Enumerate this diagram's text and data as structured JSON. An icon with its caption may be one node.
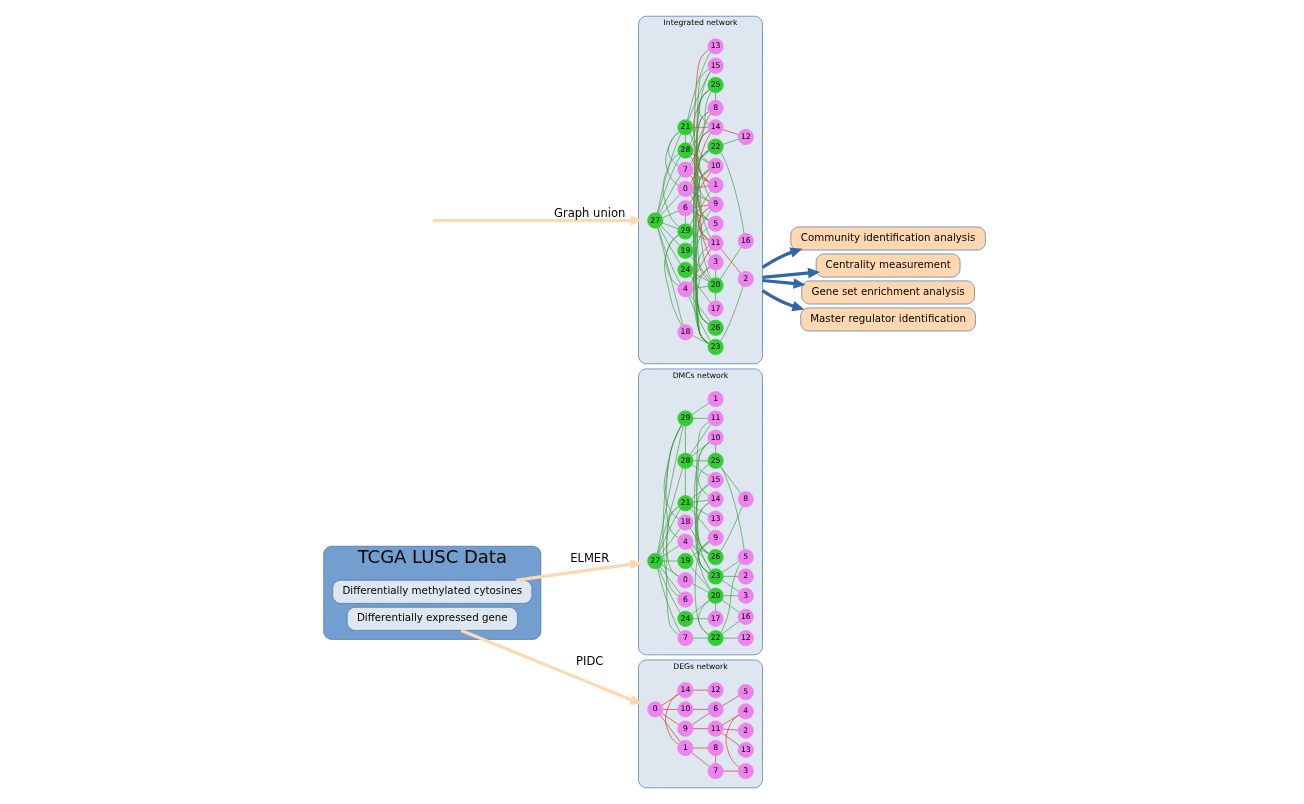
{
  "diagram": {
    "nodes": [
      {
        "text": [
          "TCGA LUSC Data"
        ]
      },
      {
        "text": [
          "Differentially methylated cytosines"
        ],
        "in": 0
      },
      {
        "text": [
          "Differentially expressed gene"
        ],
        "in": 0
      },
      {
        "text": [
          "DMCs network"
        ]
      },
      {
        "text": [
          "0"
        ],
        "in": 3
      },
      {
        "text": [
          "1"
        ],
        "in": 3
      },
      {
        "text": [
          "2"
        ],
        "in": 3
      },
      {
        "text": [
          "3"
        ],
        "in": 3
      },
      {
        "text": [
          "4"
        ],
        "in": 3
      },
      {
        "text": [
          "5"
        ],
        "in": 3
      },
      {
        "text": [
          "6"
        ],
        "in": 3
      },
      {
        "text": [
          "7"
        ],
        "in": 3
      },
      {
        "text": [
          "8"
        ],
        "in": 3
      },
      {
        "text": [
          "9"
        ],
        "in": 3
      },
      {
        "text": [
          "10"
        ],
        "in": 3
      },
      {
        "text": [
          "11"
        ],
        "in": 3
      },
      {
        "text": [
          "12"
        ],
        "in": 3
      },
      {
        "text": [
          "13"
        ],
        "in": 3
      },
      {
        "text": [
          "14"
        ],
        "in": 3
      },
      {
        "text": [
          "15"
        ],
        "in": 3
      },
      {
        "text": [
          "16"
        ],
        "in": 3
      },
      {
        "text": [
          "17"
        ],
        "in": 3
      },
      {
        "text": [
          "18"
        ],
        "in": 3
      },
      {
        "text": [
          "19"
        ],
        "in": 3
      },
      {
        "text": [
          "20"
        ],
        "in": 3
      },
      {
        "text": [
          "21"
        ],
        "in": 3
      },
      {
        "text": [
          "22"
        ],
        "in": 3
      },
      {
        "text": [
          "23"
        ],
        "in": 3
      },
      {
        "text": [
          "24"
        ],
        "in": 3
      },
      {
        "text": [
          "25"
        ],
        "in": 3
      },
      {
        "text": [
          "26"
        ],
        "in": 3
      },
      {
        "text": [
          "27"
        ],
        "in": 3
      },
      {
        "text": [
          "28"
        ],
        "in": 3
      },
      {
        "text": [
          "29"
        ],
        "in": 3
      },
      {
        "text": [
          "DEGs network"
        ]
      },
      {
        "text": [
          "0"
        ],
        "in": 34
      },
      {
        "text": [
          "1"
        ],
        "in": 34
      },
      {
        "text": [
          "2"
        ],
        "in": 34
      },
      {
        "text": [
          "3"
        ],
        "in": 34
      },
      {
        "text": [
          "4"
        ],
        "in": 34
      },
      {
        "text": [
          "5"
        ],
        "in": 34
      },
      {
        "text": [
          "6"
        ],
        "in": 34
      },
      {
        "text": [
          "7"
        ],
        "in": 34
      },
      {
        "text": [
          "8"
        ],
        "in": 34
      },
      {
        "text": [
          "9"
        ],
        "in": 34
      },
      {
        "text": [
          "10"
        ],
        "in": 34
      },
      {
        "text": [
          "11"
        ],
        "in": 34
      },
      {
        "text": [
          "12"
        ],
        "in": 34
      },
      {
        "text": [
          "13"
        ],
        "in": 34
      },
      {
        "text": [
          "14"
        ],
        "in": 34
      },
      {
        "text": [
          "Integrated network"
        ]
      },
      {
        "text": [
          "0"
        ],
        "in": 50
      },
      {
        "text": [
          "1"
        ],
        "in": 50
      },
      {
        "text": [
          "2"
        ],
        "in": 50
      },
      {
        "text": [
          "3"
        ],
        "in": 50
      },
      {
        "text": [
          "4"
        ],
        "in": 50
      },
      {
        "text": [
          "5"
        ],
        "in": 50
      },
      {
        "text": [
          "6"
        ],
        "in": 50
      },
      {
        "text": [
          "7"
        ],
        "in": 50
      },
      {
        "text": [
          "8"
        ],
        "in": 50
      },
      {
        "text": [
          "9"
        ],
        "in": 50
      },
      {
        "text": [
          "10"
        ],
        "in": 50
      },
      {
        "text": [
          "11"
        ],
        "in": 50
      },
      {
        "text": [
          "12"
        ],
        "in": 50
      },
      {
        "text": [
          "13"
        ],
        "in": 50
      },
      {
        "text": [
          "14"
        ],
        "in": 50
      },
      {
        "text": [
          "15"
        ],
        "in": 50
      },
      {
        "text": [
          "16"
        ],
        "in": 50
      },
      {
        "text": [
          "17"
        ],
        "in": 50
      },
      {
        "text": [
          "18"
        ],
        "in": 50
      },
      {
        "text": [
          "19"
        ],
        "in": 50
      },
      {
        "text": [
          "20"
        ],
        "in": 50
      },
      {
        "text": [
          "21"
        ],
        "in": 50
      },
      {
        "text": [
          "22"
        ],
        "in": 50
      },
      {
        "text": [
          "23"
        ],
        "in": 50
      },
      {
        "text": [
          "24"
        ],
        "in": 50
      },
      {
        "text": [
          "25"
        ],
        "in": 50
      },
      {
        "text": [
          "26"
        ],
        "in": 50
      },
      {
        "text": [
          "27"
        ],
        "in": 50
      },
      {
        "text": [
          "28"
        ],
        "in": 50
      },
      {
        "text": [
          "29"
        ],
        "in": 50
      },
      {
        "text": [
          "Community identification analysis"
        ]
      },
      {
        "text": [
          "Centrality measurement"
        ]
      },
      {
        "text": [
          "Gene set enrichment analysis"
        ]
      },
      {
        "text": [
          "Master regulator identification"
        ]
      }
    ],
    "edges": [
      {
        "from": 1,
        "to": 3,
        "arrow": "to",
        "label": "ELMER",
        "style": "thick",
        "color": "#ffd8b2"
      },
      {
        "from": 2,
        "to": 34,
        "arrow": "to",
        "label": "PIDC",
        "style": "thick",
        "color": "#ffd8b2"
      },
      {
        "from": null,
        "to": 50,
        "arrow": "to",
        "label": "Graph union",
        "style": "thick",
        "color": "#ffd8b2"
      },
      {
        "from": 50,
        "to": 81,
        "arrow": "to",
        "style": "thick",
        "color": "#3465a4"
      },
      {
        "from": 50,
        "to": 82,
        "arrow": "to",
        "style": "thick",
        "color": "#3465a4"
      },
      {
        "from": 50,
        "to": 83,
        "arrow": "to",
        "style": "thick",
        "color": "#3465a4"
      },
      {
        "from": 50,
        "to": 84,
        "arrow": "to",
        "style": "thick",
        "color": "#3465a4"
      },
      {
        "from": 12,
        "to": 29,
        "arrow": "none"
      },
      {
        "from": 12,
        "to": 30,
        "arrow": "none"
      },
      {
        "from": 6,
        "to": 27,
        "arrow": "none"
      },
      {
        "from": 29,
        "to": 14,
        "arrow": "none"
      },
      {
        "from": 29,
        "to": 18,
        "arrow": "none"
      },
      {
        "from": 29,
        "to": 32,
        "arrow": "none"
      },
      {
        "from": 29,
        "to": 9,
        "arrow": "none"
      },
      {
        "from": 14,
        "to": 30,
        "arrow": "none"
      },
      {
        "from": 14,
        "to": 32,
        "arrow": "none"
      },
      {
        "from": 14,
        "to": 27,
        "arrow": "none"
      },
      {
        "from": 18,
        "to": 30,
        "arrow": "none"
      },
      {
        "from": 18,
        "to": 27,
        "arrow": "none"
      },
      {
        "from": 18,
        "to": 25,
        "arrow": "none"
      },
      {
        "from": 30,
        "to": 15,
        "arrow": "none"
      },
      {
        "from": 30,
        "to": 8,
        "arrow": "none"
      },
      {
        "from": 19,
        "to": 27,
        "arrow": "none"
      },
      {
        "from": 19,
        "to": 32,
        "arrow": "none"
      },
      {
        "from": 19,
        "to": 25,
        "arrow": "none"
      },
      {
        "from": 27,
        "to": 9,
        "arrow": "none"
      },
      {
        "from": 27,
        "to": 22,
        "arrow": "none"
      },
      {
        "from": 27,
        "to": 8,
        "arrow": "none"
      },
      {
        "from": 27,
        "to": 13,
        "arrow": "none"
      },
      {
        "from": 32,
        "to": 15,
        "arrow": "none"
      },
      {
        "from": 32,
        "to": 25,
        "arrow": "none"
      },
      {
        "from": 32,
        "to": 33,
        "arrow": "none"
      },
      {
        "from": 32,
        "to": 31,
        "arrow": "none"
      },
      {
        "from": 15,
        "to": 33,
        "arrow": "none"
      },
      {
        "from": 17,
        "to": 25,
        "arrow": "none"
      },
      {
        "from": 9,
        "to": 26,
        "arrow": "none"
      },
      {
        "from": 7,
        "to": 27,
        "arrow": "none"
      },
      {
        "from": 22,
        "to": 33,
        "arrow": "none"
      },
      {
        "from": 22,
        "to": 31,
        "arrow": "none"
      },
      {
        "from": 13,
        "to": 25,
        "arrow": "none"
      },
      {
        "from": 13,
        "to": 23,
        "arrow": "none"
      },
      {
        "from": 13,
        "to": 26,
        "arrow": "none"
      },
      {
        "from": 25,
        "to": 11,
        "arrow": "none"
      },
      {
        "from": 25,
        "to": 4,
        "arrow": "none"
      },
      {
        "from": 25,
        "to": 31,
        "arrow": "none"
      },
      {
        "from": 8,
        "to": 33,
        "arrow": "none"
      },
      {
        "from": 8,
        "to": 31,
        "arrow": "none"
      },
      {
        "from": 8,
        "to": 24,
        "arrow": "none"
      },
      {
        "from": 33,
        "to": 5,
        "arrow": "none"
      },
      {
        "from": 33,
        "to": 10,
        "arrow": "none"
      },
      {
        "from": 33,
        "to": 31,
        "arrow": "none"
      },
      {
        "from": 31,
        "to": 23,
        "arrow": "none"
      },
      {
        "from": 31,
        "to": 10,
        "arrow": "none"
      },
      {
        "from": 31,
        "to": 11,
        "arrow": "none"
      },
      {
        "from": 31,
        "to": 4,
        "arrow": "none"
      },
      {
        "from": 31,
        "to": 28,
        "arrow": "none"
      },
      {
        "from": 7,
        "to": 24,
        "arrow": "none"
      },
      {
        "from": 16,
        "to": 26,
        "arrow": "none"
      },
      {
        "from": 26,
        "to": 11,
        "arrow": "none"
      },
      {
        "from": 26,
        "to": 24,
        "arrow": "none"
      },
      {
        "from": 26,
        "to": 20,
        "arrow": "none"
      },
      {
        "from": 23,
        "to": 24,
        "arrow": "none"
      },
      {
        "from": 24,
        "to": 20,
        "arrow": "none"
      },
      {
        "from": 24,
        "to": 4,
        "arrow": "none"
      },
      {
        "from": 24,
        "to": 28,
        "arrow": "none"
      },
      {
        "from": 24,
        "to": 21,
        "arrow": "none"
      },
      {
        "from": 28,
        "to": 21,
        "arrow": "none"
      },
      {
        "from": 43,
        "to": 42,
        "arrow": "none",
        "color": "#d62728"
      },
      {
        "from": 43,
        "to": 36,
        "arrow": "none",
        "color": "#d62728"
      },
      {
        "from": 42,
        "to": 36,
        "arrow": "none",
        "color": "#d62728"
      },
      {
        "from": 42,
        "to": 38,
        "arrow": "none",
        "color": "#d62728"
      },
      {
        "from": 38,
        "to": 39,
        "arrow": "none",
        "color": "#d62728"
      },
      {
        "from": 39,
        "to": 46,
        "arrow": "none",
        "color": "#d62728"
      },
      {
        "from": 46,
        "to": 37,
        "arrow": "none",
        "color": "#d62728"
      },
      {
        "from": 46,
        "to": 48,
        "arrow": "none",
        "color": "#d62728"
      },
      {
        "from": 46,
        "to": 44,
        "arrow": "none",
        "color": "#d62728"
      },
      {
        "from": 36,
        "to": 49,
        "arrow": "none",
        "color": "#d62728"
      },
      {
        "from": 36,
        "to": 35,
        "arrow": "none",
        "color": "#d62728"
      },
      {
        "from": 49,
        "to": 47,
        "arrow": "none",
        "color": "#d62728"
      },
      {
        "from": 49,
        "to": 35,
        "arrow": "none",
        "color": "#d62728"
      },
      {
        "from": 35,
        "to": 44,
        "arrow": "none",
        "color": "#d62728"
      },
      {
        "from": 35,
        "to": 45,
        "arrow": "none",
        "color": "#d62728"
      },
      {
        "from": 45,
        "to": 41,
        "arrow": "none",
        "color": "#d62728"
      },
      {
        "from": 44,
        "to": 41,
        "arrow": "none",
        "color": "#d62728"
      },
      {
        "from": 41,
        "to": 40,
        "arrow": "none",
        "color": "#d62728"
      },
      {
        "from": 59,
        "to": 58,
        "arrow": "none",
        "color": "#d62728"
      },
      {
        "from": 59,
        "to": 52,
        "arrow": "none",
        "color": "#d62728"
      },
      {
        "from": 58,
        "to": 52,
        "arrow": "none",
        "color": "#d62728"
      },
      {
        "from": 58,
        "to": 54,
        "arrow": "none",
        "color": "#d62728"
      },
      {
        "from": 54,
        "to": 55,
        "arrow": "none",
        "color": "#d62728"
      },
      {
        "from": 55,
        "to": 62,
        "arrow": "none",
        "color": "#d62728"
      },
      {
        "from": 62,
        "to": 53,
        "arrow": "none",
        "color": "#d62728"
      },
      {
        "from": 62,
        "to": 64,
        "arrow": "none",
        "color": "#d62728"
      },
      {
        "from": 62,
        "to": 60,
        "arrow": "none",
        "color": "#d62728"
      },
      {
        "from": 52,
        "to": 65,
        "arrow": "none",
        "color": "#d62728"
      },
      {
        "from": 52,
        "to": 51,
        "arrow": "none",
        "color": "#d62728"
      },
      {
        "from": 65,
        "to": 63,
        "arrow": "none",
        "color": "#d62728"
      },
      {
        "from": 65,
        "to": 51,
        "arrow": "none",
        "color": "#d62728"
      },
      {
        "from": 51,
        "to": 60,
        "arrow": "none",
        "color": "#d62728"
      },
      {
        "from": 51,
        "to": 61,
        "arrow": "none",
        "color": "#d62728"
      },
      {
        "from": 61,
        "to": 57,
        "arrow": "none",
        "color": "#d62728"
      },
      {
        "from": 60,
        "to": 57,
        "arrow": "none",
        "color": "#d62728"
      },
      {
        "from": 57,
        "to": 56,
        "arrow": "none",
        "color": "#d62728"
      },
      {
        "from": 59,
        "to": 76,
        "arrow": "none"
      },
      {
        "from": 59,
        "to": 77,
        "arrow": "none"
      },
      {
        "from": 53,
        "to": 74,
        "arrow": "none"
      },
      {
        "from": 76,
        "to": 61,
        "arrow": "none"
      },
      {
        "from": 76,
        "to": 65,
        "arrow": "none"
      },
      {
        "from": 76,
        "to": 79,
        "arrow": "none"
      },
      {
        "from": 76,
        "to": 56,
        "arrow": "none"
      },
      {
        "from": 61,
        "to": 77,
        "arrow": "none"
      },
      {
        "from": 61,
        "to": 79,
        "arrow": "none"
      },
      {
        "from": 61,
        "to": 74,
        "arrow": "none"
      },
      {
        "from": 65,
        "to": 77,
        "arrow": "none"
      },
      {
        "from": 65,
        "to": 74,
        "arrow": "none"
      },
      {
        "from": 65,
        "to": 72,
        "arrow": "none"
      },
      {
        "from": 77,
        "to": 62,
        "arrow": "none"
      },
      {
        "from": 77,
        "to": 55,
        "arrow": "none"
      },
      {
        "from": 66,
        "to": 74,
        "arrow": "none"
      },
      {
        "from": 66,
        "to": 79,
        "arrow": "none"
      },
      {
        "from": 66,
        "to": 72,
        "arrow": "none"
      },
      {
        "from": 74,
        "to": 56,
        "arrow": "none"
      },
      {
        "from": 74,
        "to": 69,
        "arrow": "none"
      },
      {
        "from": 74,
        "to": 55,
        "arrow": "none"
      },
      {
        "from": 74,
        "to": 60,
        "arrow": "none"
      },
      {
        "from": 79,
        "to": 62,
        "arrow": "none"
      },
      {
        "from": 79,
        "to": 72,
        "arrow": "none"
      },
      {
        "from": 79,
        "to": 80,
        "arrow": "none"
      },
      {
        "from": 79,
        "to": 78,
        "arrow": "none"
      },
      {
        "from": 62,
        "to": 80,
        "arrow": "none"
      },
      {
        "from": 64,
        "to": 72,
        "arrow": "none"
      },
      {
        "from": 56,
        "to": 73,
        "arrow": "none"
      },
      {
        "from": 54,
        "to": 74,
        "arrow": "none"
      },
      {
        "from": 69,
        "to": 80,
        "arrow": "none"
      },
      {
        "from": 69,
        "to": 78,
        "arrow": "none"
      },
      {
        "from": 60,
        "to": 72,
        "arrow": "none"
      },
      {
        "from": 60,
        "to": 70,
        "arrow": "none"
      },
      {
        "from": 60,
        "to": 73,
        "arrow": "none"
      },
      {
        "from": 72,
        "to": 58,
        "arrow": "none"
      },
      {
        "from": 72,
        "to": 51,
        "arrow": "none"
      },
      {
        "from": 72,
        "to": 78,
        "arrow": "none"
      },
      {
        "from": 55,
        "to": 80,
        "arrow": "none"
      },
      {
        "from": 55,
        "to": 78,
        "arrow": "none"
      },
      {
        "from": 55,
        "to": 71,
        "arrow": "none"
      },
      {
        "from": 80,
        "to": 52,
        "arrow": "none"
      },
      {
        "from": 80,
        "to": 57,
        "arrow": "none"
      },
      {
        "from": 80,
        "to": 78,
        "arrow": "none"
      },
      {
        "from": 78,
        "to": 70,
        "arrow": "none"
      },
      {
        "from": 78,
        "to": 57,
        "arrow": "none"
      },
      {
        "from": 78,
        "to": 58,
        "arrow": "none"
      },
      {
        "from": 78,
        "to": 51,
        "arrow": "none"
      },
      {
        "from": 78,
        "to": 75,
        "arrow": "none"
      },
      {
        "from": 54,
        "to": 71,
        "arrow": "none"
      },
      {
        "from": 63,
        "to": 73,
        "arrow": "none"
      },
      {
        "from": 73,
        "to": 58,
        "arrow": "none"
      },
      {
        "from": 73,
        "to": 71,
        "arrow": "none"
      },
      {
        "from": 73,
        "to": 67,
        "arrow": "none"
      },
      {
        "from": 70,
        "to": 71,
        "arrow": "none"
      },
      {
        "from": 71,
        "to": 67,
        "arrow": "none"
      },
      {
        "from": 71,
        "to": 51,
        "arrow": "none"
      },
      {
        "from": 71,
        "to": 75,
        "arrow": "none"
      },
      {
        "from": 71,
        "to": 68,
        "arrow": "none"
      },
      {
        "from": 75,
        "to": 68,
        "arrow": "none"
      }
    ]
  }
}
